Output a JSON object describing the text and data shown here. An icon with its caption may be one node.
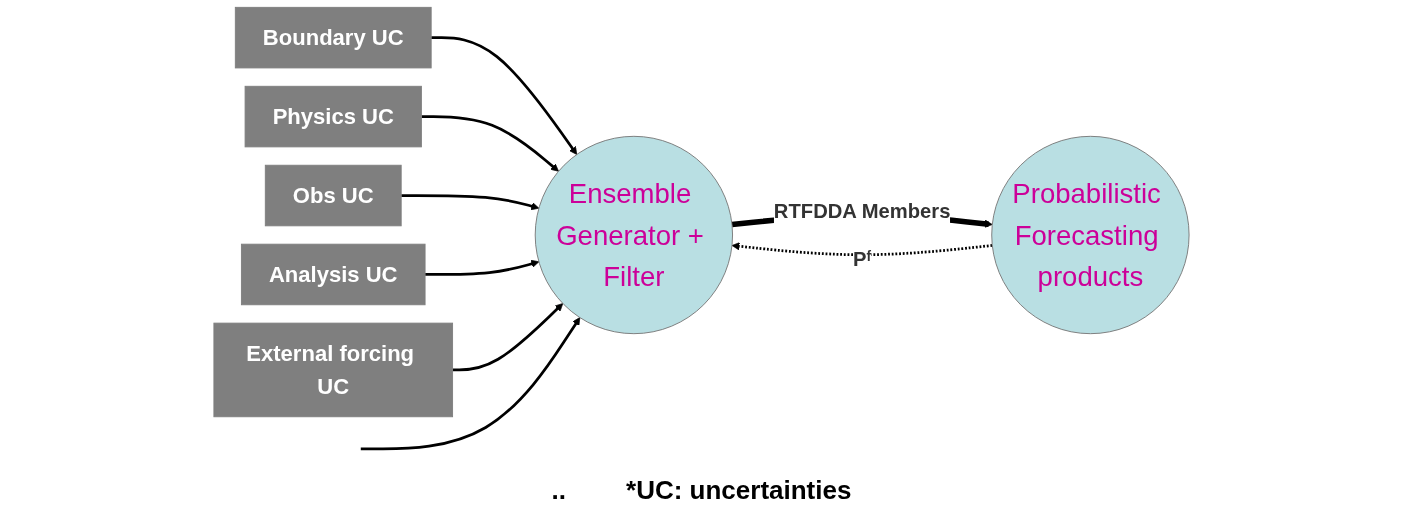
{
  "diagram": {
    "nodes": [
      {
        "text": [
          "Boundary UC"
        ]
      },
      {
        "text": [
          "Physics UC"
        ]
      },
      {
        "text": [
          "Obs UC"
        ]
      },
      {
        "text": [
          "Analysis UC"
        ]
      },
      {
        "text": [
          "External forcing UC"
        ]
      },
      {
        "text": [
          "Ensemble Generator + Filter"
        ]
      },
      {
        "text": [
          "Probabilistic Forecasting products"
        ]
      }
    ],
    "edges": [
      {
        "from": 0,
        "to": 5,
        "arrow": "to"
      },
      {
        "from": 1,
        "to": 5,
        "arrow": "to"
      },
      {
        "from": 2,
        "to": 5,
        "arrow": "to"
      },
      {
        "from": 3,
        "to": 5,
        "arrow": "to"
      },
      {
        "from": 4,
        "to": 5,
        "arrow": "to"
      },
      {
        "from": null,
        "to": 5,
        "arrow": "to"
      },
      {
        "from": 5,
        "to": 6,
        "arrow": "to",
        "label": "RTFDDA Members",
        "style": "thick"
      },
      {
        "from": 6,
        "to": 5,
        "arrow": "to",
        "label": "Pᶠ",
        "style": "dashed"
      }
    ],
    "labels": [
      "..",
      "*UC: uncertainties"
    ]
  }
}
